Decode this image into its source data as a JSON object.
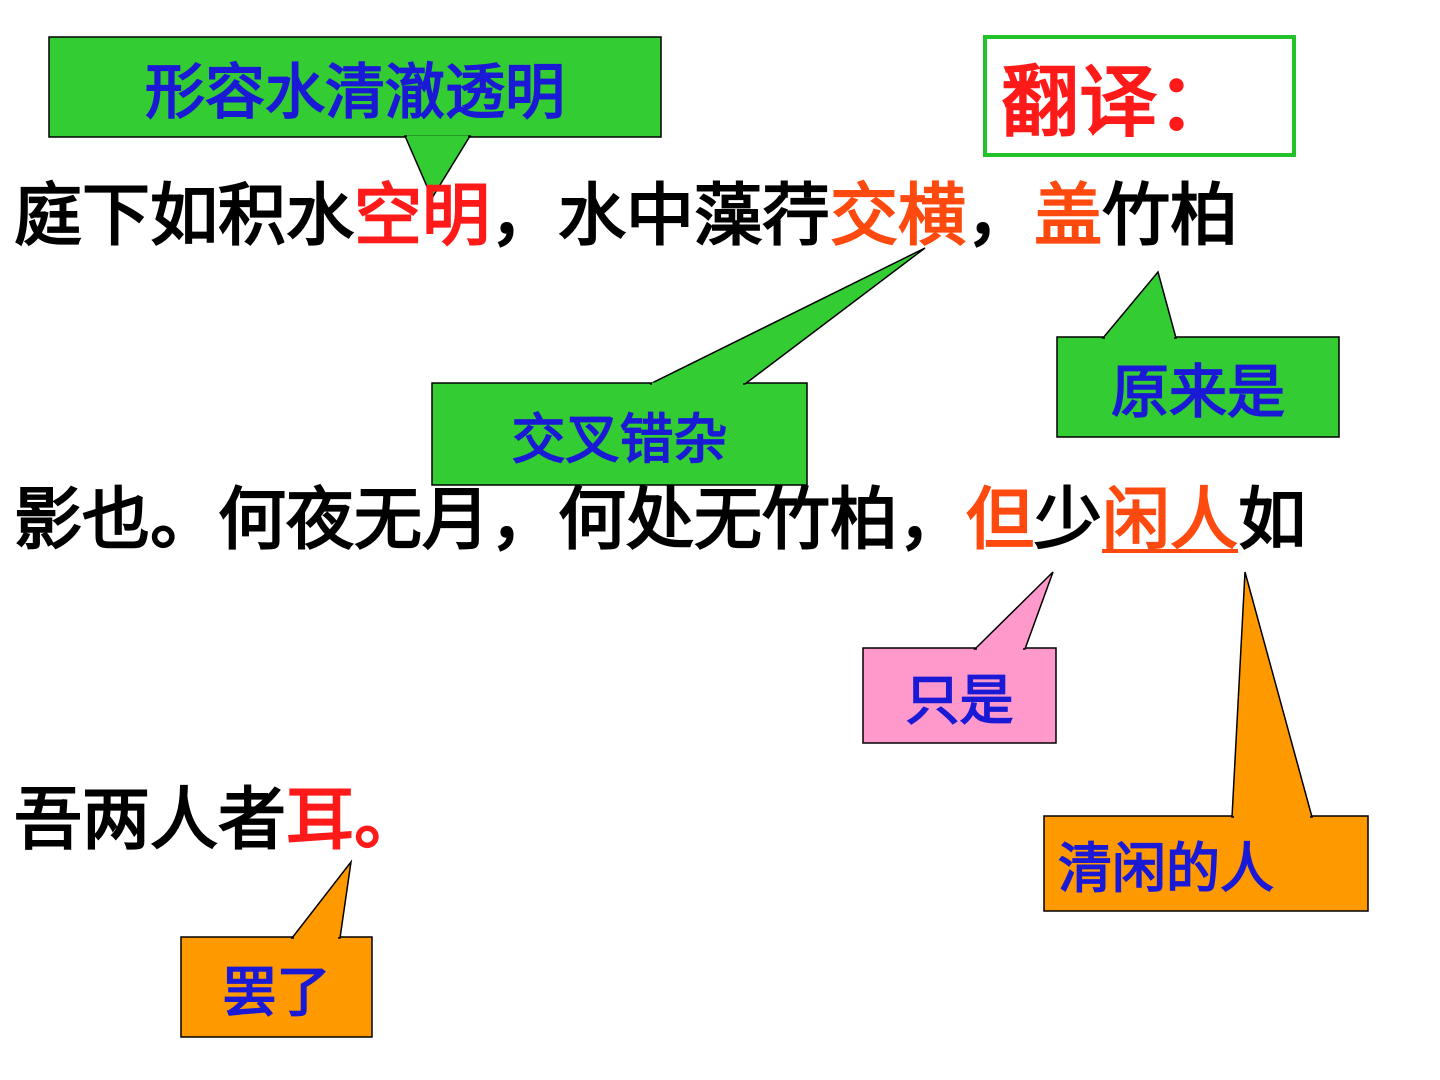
{
  "colors": {
    "green_fill": "#33cc33",
    "pink_fill": "#ff99cc",
    "orange_fill": "#ff9900",
    "callout_text": "#1a1ad6",
    "highlight_red": "#ff1a1a",
    "highlight_orange": "#ff4a0f",
    "body_text": "#000000",
    "label_border": "#22c22a"
  },
  "heading": {
    "label": "翻译："
  },
  "passage": {
    "lines": [
      {
        "segments": [
          {
            "text": "庭下如积水",
            "style": "plain"
          },
          {
            "text": "空明",
            "style": "red"
          },
          {
            "text": "，水中藻荇",
            "style": "plain"
          },
          {
            "text": "交横",
            "style": "orange"
          },
          {
            "text": "，",
            "style": "plain"
          },
          {
            "text": "盖",
            "style": "orange"
          },
          {
            "text": "竹柏",
            "style": "plain"
          }
        ]
      },
      {
        "segments": [
          {
            "text": "影也。何夜无月，何处无竹柏，",
            "style": "plain"
          },
          {
            "text": "但",
            "style": "orange"
          },
          {
            "text": "少",
            "style": "plain"
          },
          {
            "text": "闲人",
            "style": "orange-underline"
          },
          {
            "text": "如",
            "style": "plain"
          }
        ]
      },
      {
        "segments": [
          {
            "text": "吾两人者",
            "style": "plain"
          },
          {
            "text": "耳。",
            "style": "red"
          }
        ]
      }
    ]
  },
  "callouts": {
    "desc": "形容水清澈透明",
    "cross": "交叉错杂",
    "turnout": "原来是",
    "only": "只是",
    "idle": "清闲的人",
    "merely": "罢了"
  }
}
